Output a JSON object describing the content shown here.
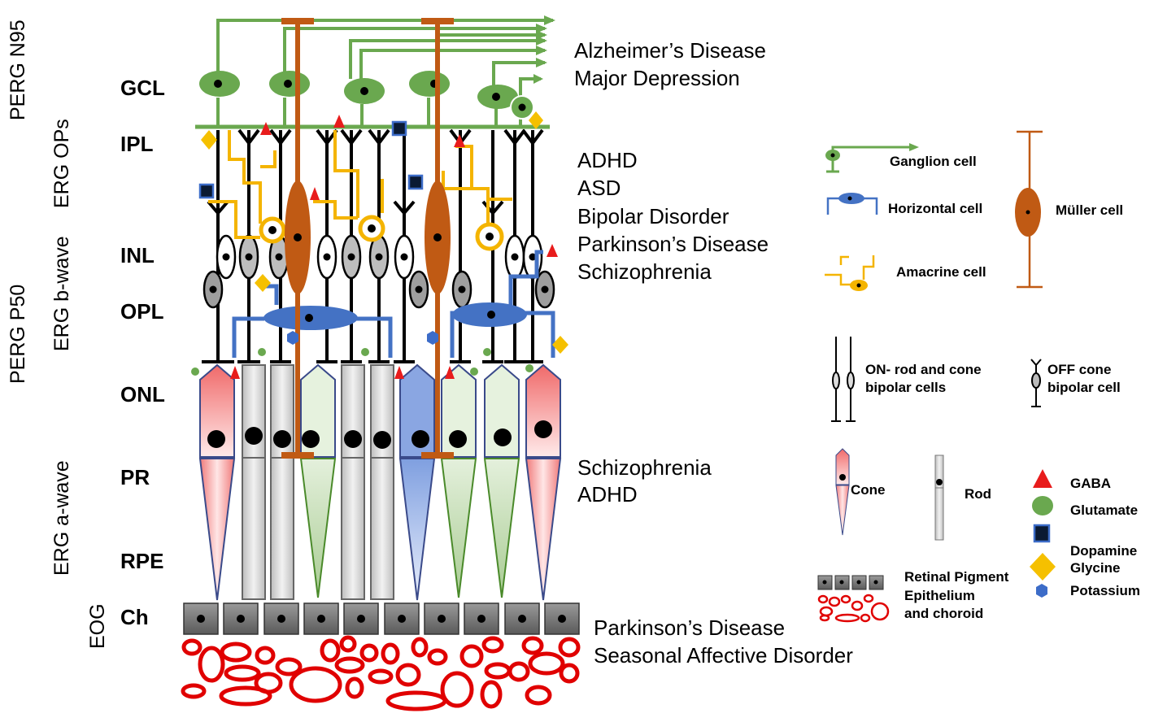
{
  "colors": {
    "ganglion": "#6aa84f",
    "muller": "#c05a14",
    "horizontal": "#4472c4",
    "amacrine": "#f4b400",
    "gaba": "#e81c1c",
    "glutamate": "#6aa84f",
    "dopamine": "#0a1a33",
    "glycine": "#f5c000",
    "potassium": "#3c6cc8",
    "rpe": "#888888",
    "choroid": "#e00000"
  },
  "side_labels": {
    "perg_n95": "PERG N95",
    "erg_ops": "ERG OPs",
    "perg_p50": "PERG P50",
    "erg_bwave": "ERG b-wave",
    "erg_awave": "ERG a-wave",
    "eog": "EOG"
  },
  "layers": [
    "GCL",
    "IPL",
    "INL",
    "OPL",
    "ONL",
    "PR",
    "RPE",
    "Ch"
  ],
  "diseases": {
    "gcl": [
      "Alzheimer’s Disease",
      "Major Depression"
    ],
    "inner": [
      "ADHD",
      "ASD",
      "Bipolar Disorder",
      "Parkinson’s Disease",
      "Schizophrenia"
    ],
    "pr": [
      "Schizophrenia",
      "ADHD"
    ],
    "rpe": [
      "Parkinson’s Disease",
      "Seasonal Affective Disorder"
    ]
  },
  "legend": {
    "ganglion": "Ganglion cell",
    "horizontal": "Horizontal cell",
    "muller": "Müller cell",
    "amacrine": "Amacrine cell",
    "on_bipolar": [
      "ON- rod and cone",
      "bipolar cells"
    ],
    "off_bipolar": [
      "OFF cone",
      "bipolar cell"
    ],
    "cone": "Cone",
    "rod": "Rod",
    "gaba": "GABA",
    "glutamate": "Glutamate",
    "dopamine_glycine": [
      "Dopamine",
      "Glycine"
    ],
    "potassium": "Potassium",
    "rpe_choroid": [
      "Retinal Pigment",
      "Epithelium",
      "and choroid"
    ]
  }
}
